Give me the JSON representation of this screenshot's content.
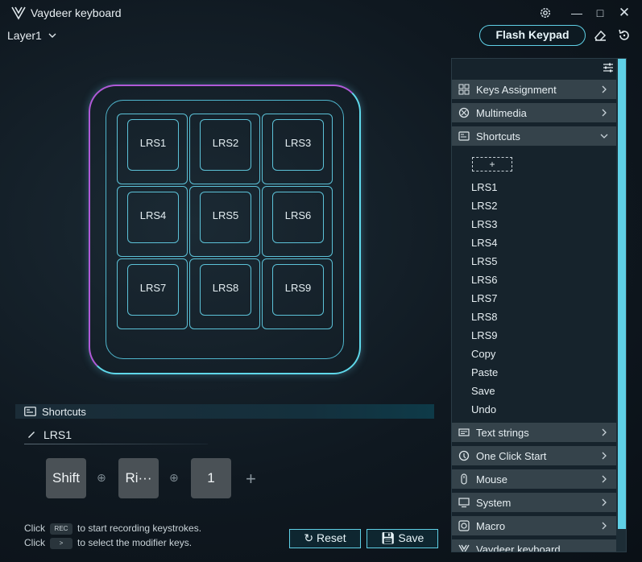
{
  "app": {
    "title": "Vaydeer keyboard",
    "layer": "Layer1"
  },
  "toolbar": {
    "flash_label": "Flash Keypad"
  },
  "keypad": {
    "keys": [
      "LRS1",
      "LRS2",
      "LRS3",
      "LRS4",
      "LRS5",
      "LRS6",
      "LRS7",
      "LRS8",
      "LRS9"
    ]
  },
  "editor": {
    "section_title": "Shortcuts",
    "current_key": "LRS1",
    "combo": [
      "Shift",
      "Ri···",
      "1"
    ],
    "hint1_pre": "Click",
    "hint1_chip": "REC",
    "hint1_post": "to start recording keystrokes.",
    "hint2_pre": "Click",
    "hint2_chip": ">",
    "hint2_post": "to select the modifier keys.",
    "reset_label": "Reset",
    "save_label": "Save"
  },
  "sidebar": {
    "categories_top": [
      "Keys Assignment",
      "Multimedia",
      "Shortcuts"
    ],
    "shortcut_add": "+",
    "shortcut_items": [
      "LRS1",
      "LRS2",
      "LRS3",
      "LRS4",
      "LRS5",
      "LRS6",
      "LRS7",
      "LRS8",
      "LRS9",
      "Copy",
      "Paste",
      "Save",
      "Undo"
    ],
    "categories_bottom": [
      "Text strings",
      "One Click Start",
      "Mouse",
      "System",
      "Macro",
      "Vaydeer keyboard"
    ]
  },
  "colors": {
    "accent": "#5fd0e6",
    "panel": "#35434b",
    "key": "#4a5156"
  }
}
